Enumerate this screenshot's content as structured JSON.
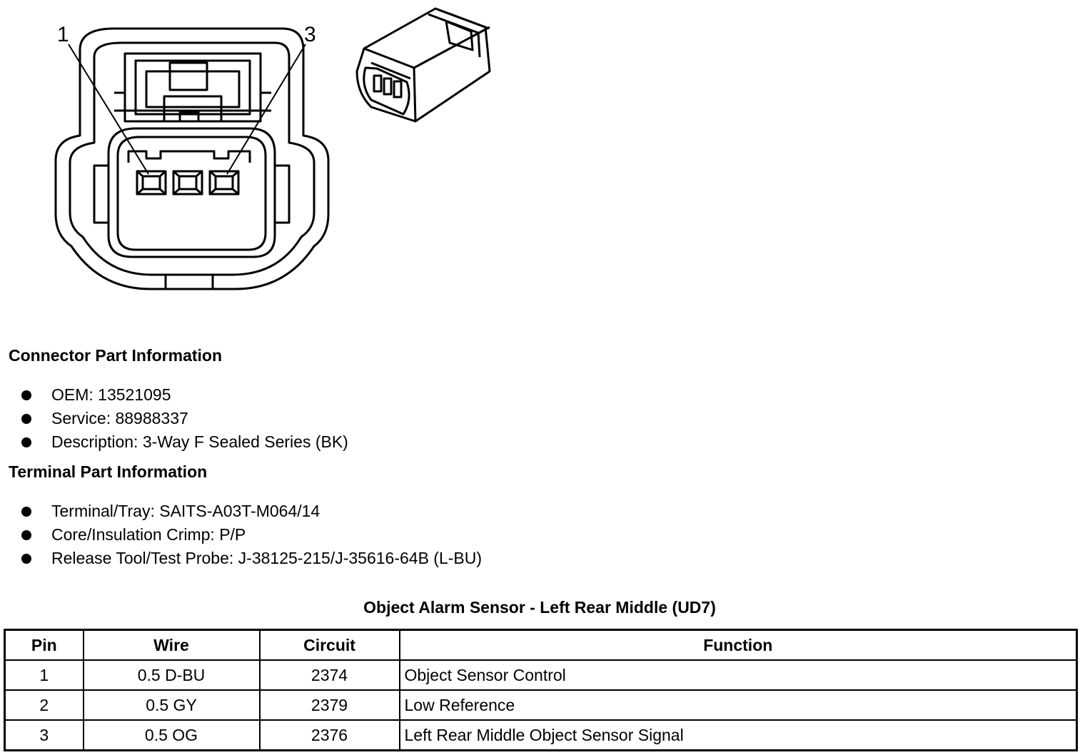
{
  "diagram": {
    "pin_callouts": [
      "1",
      "3"
    ]
  },
  "connector_info": {
    "heading": "Connector Part Information",
    "items": [
      "OEM: 13521095",
      "Service: 88988337",
      "Description: 3-Way F Sealed Series (BK)"
    ]
  },
  "terminal_info": {
    "heading": "Terminal Part Information",
    "items": [
      "Terminal/Tray: SAITS-A03T-M064/14",
      "Core/Insulation Crimp: P/P",
      "Release Tool/Test Probe: J-38125-215/J-35616-64B (L-BU)"
    ]
  },
  "table": {
    "title": "Object Alarm Sensor - Left Rear Middle (UD7)",
    "headers": [
      "Pin",
      "Wire",
      "Circuit",
      "Function"
    ],
    "rows": [
      [
        "1",
        "0.5 D-BU",
        "2374",
        "Object Sensor Control"
      ],
      [
        "2",
        "0.5 GY",
        "2379",
        "Low Reference"
      ],
      [
        "3",
        "0.5 OG",
        "2376",
        "Left Rear Middle Object Sensor Signal"
      ]
    ]
  }
}
